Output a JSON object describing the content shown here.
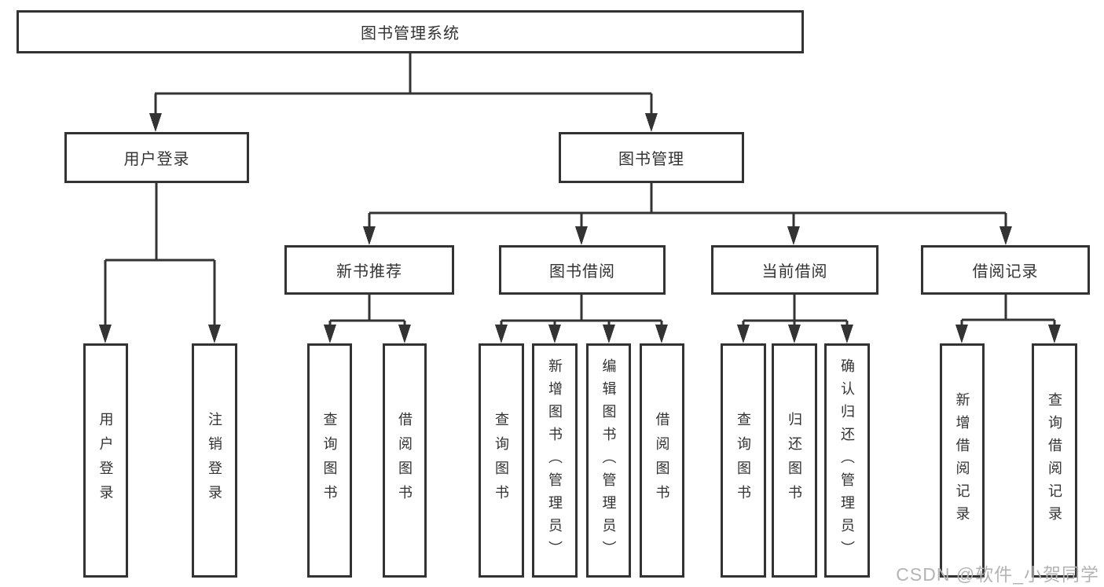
{
  "watermark": "CSDN @软件_小贺同学",
  "colors": {
    "line": "#333333",
    "text": "#333333",
    "box_background": "#ffffff",
    "watermark": "#b4b4b4"
  },
  "tree": {
    "root": {
      "label": "图书管理系统"
    },
    "branches": [
      {
        "label": "用户登录",
        "children_labels": [
          "用户登录",
          "注销登录"
        ]
      },
      {
        "label": "图书管理",
        "children": [
          {
            "label": "新书推荐",
            "children_labels": [
              "查询图书",
              "借阅图书"
            ]
          },
          {
            "label": "图书借阅",
            "children_labels": [
              "查询图书",
              "新增图书（管理员）",
              "编辑图书（管理员）",
              "借阅图书"
            ]
          },
          {
            "label": "当前借阅",
            "children_labels": [
              "查询图书",
              "归还图书",
              "确认归还（管理员）"
            ]
          },
          {
            "label": "借阅记录",
            "children_labels": [
              "新增借阅记录",
              "查询借阅记录"
            ]
          }
        ]
      }
    ]
  }
}
